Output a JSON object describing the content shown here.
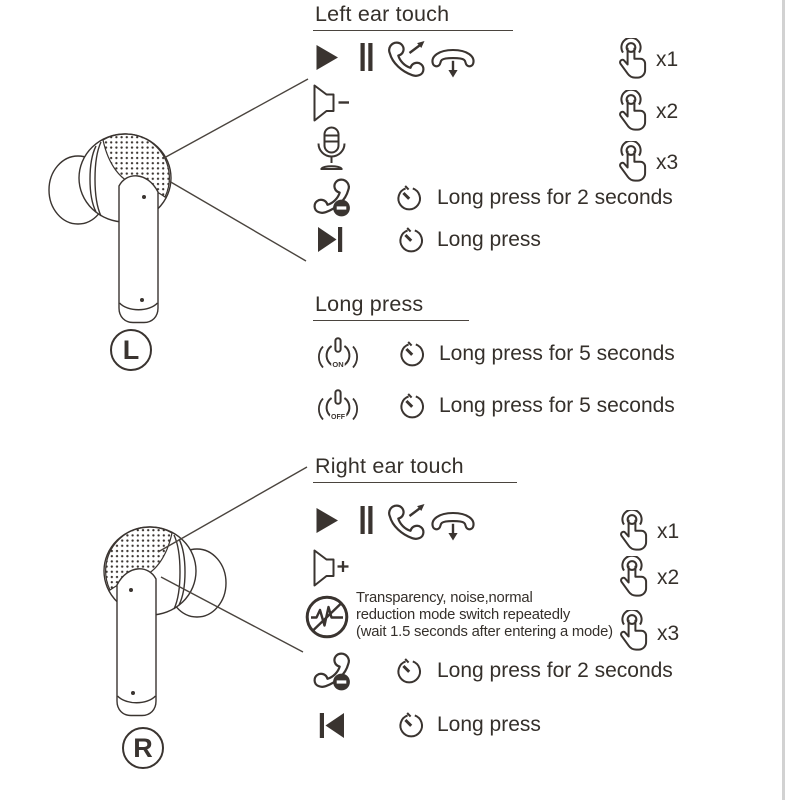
{
  "colors": {
    "ink": "#3a3430",
    "background": "#ffffff",
    "right_edge_line": "#d2d2d2"
  },
  "earbuds": {
    "left_label": "L",
    "right_label": "R"
  },
  "left_ear": {
    "title": "Left ear touch",
    "taps": [
      {
        "icons": [
          "play-icon",
          "pause-icon",
          "answer-call-icon",
          "hang-up-call-icon"
        ],
        "count_label": "x1"
      },
      {
        "icons": [
          "volume-down-icon"
        ],
        "count_label": "x2"
      },
      {
        "icons": [
          "voice-assistant-mic-icon"
        ],
        "count_label": "x3"
      }
    ],
    "holds": [
      {
        "icon": "reject-call-icon",
        "timer_icon": "timer-icon",
        "label": "Long press for 2 seconds"
      },
      {
        "icon": "next-track-icon",
        "timer_icon": "timer-icon",
        "label": "Long press"
      }
    ]
  },
  "long_press": {
    "title": "Long press",
    "rows": [
      {
        "icon": "power-on-icon",
        "power_label": "ON",
        "timer_icon": "timer-icon",
        "label": "Long press for 5 seconds"
      },
      {
        "icon": "power-off-icon",
        "power_label": "OFF",
        "timer_icon": "timer-icon",
        "label": "Long press for 5 seconds"
      }
    ]
  },
  "right_ear": {
    "title": "Right ear touch",
    "taps": [
      {
        "icons": [
          "play-icon",
          "pause-icon",
          "answer-call-icon",
          "hang-up-call-icon"
        ],
        "count_label": "x1"
      },
      {
        "icons": [
          "volume-up-icon"
        ],
        "count_label": "x2"
      },
      {
        "icons": [
          "anc-mode-icon"
        ],
        "count_label": "x3",
        "note_lines": [
          "Transparency, noise,normal",
          "reduction mode switch repeatedly",
          "(wait 1.5 seconds after entering a mode)"
        ]
      }
    ],
    "holds": [
      {
        "icon": "reject-call-icon",
        "timer_icon": "timer-icon",
        "label": "Long press for 2 seconds"
      },
      {
        "icon": "previous-track-icon",
        "timer_icon": "timer-icon",
        "label": "Long press"
      }
    ]
  }
}
